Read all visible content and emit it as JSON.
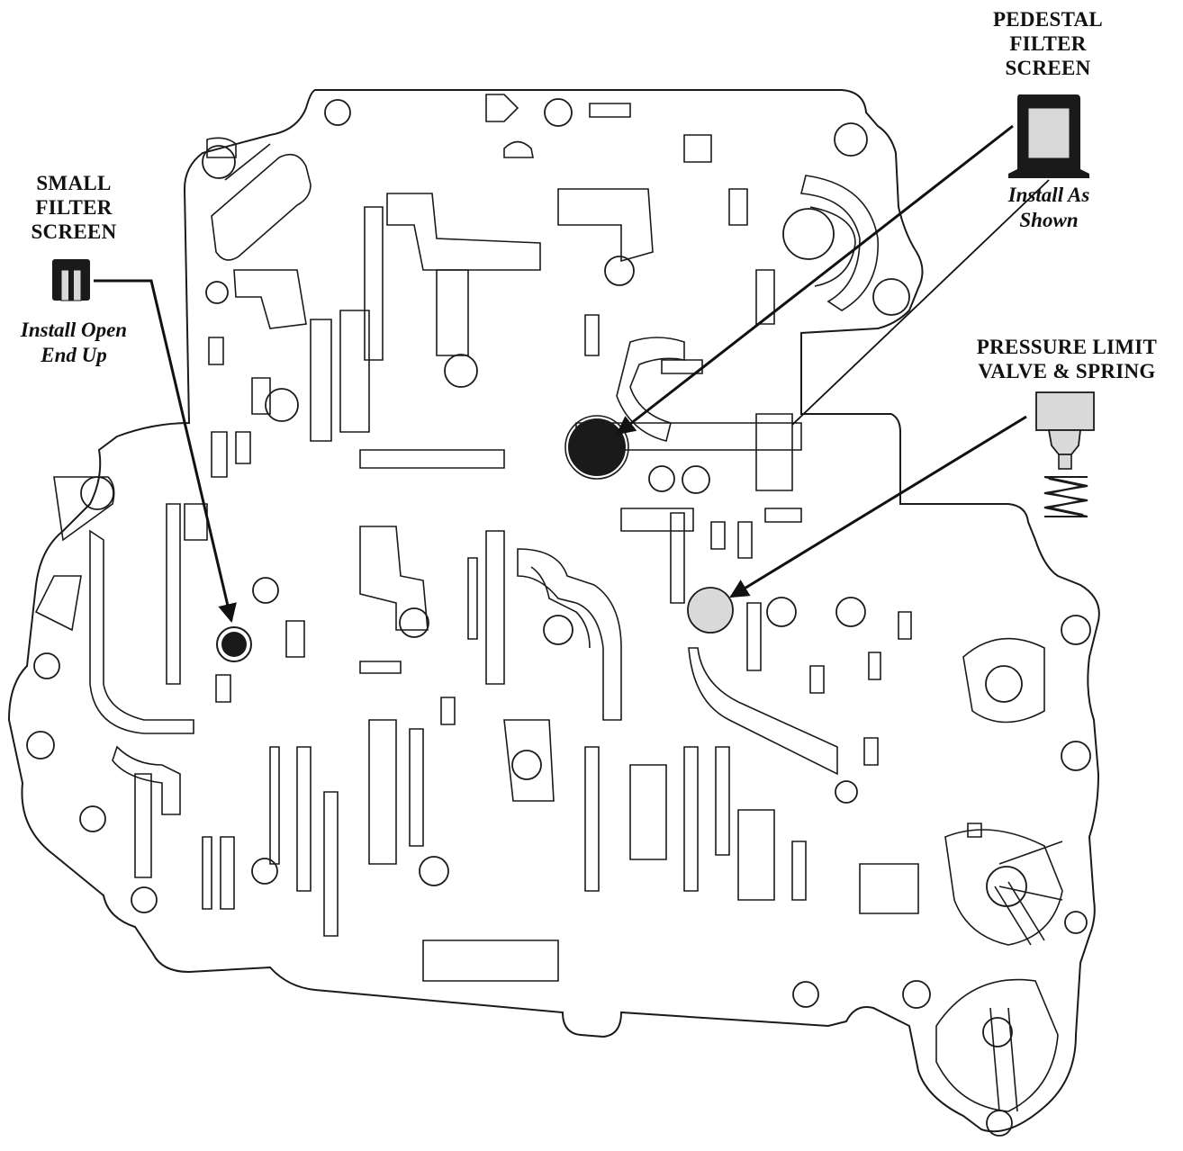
{
  "callouts": {
    "pedestal_filter": {
      "title_lines": [
        "PEDESTAL",
        "FILTER",
        "SCREEN"
      ],
      "note_lines": [
        "Install As",
        "Shown"
      ]
    },
    "small_filter": {
      "title_lines": [
        "SMALL",
        "FILTER",
        "SCREEN"
      ],
      "note_lines": [
        "Install Open",
        "End Up"
      ]
    },
    "pressure_limit": {
      "title_lines": [
        "PRESSURE LIMIT",
        "VALVE & SPRING"
      ]
    }
  },
  "colors": {
    "outline": "#1a1a1a",
    "fill_dark": "#1a1a1a",
    "fill_light": "#d9d9d9",
    "background": "#ffffff"
  }
}
